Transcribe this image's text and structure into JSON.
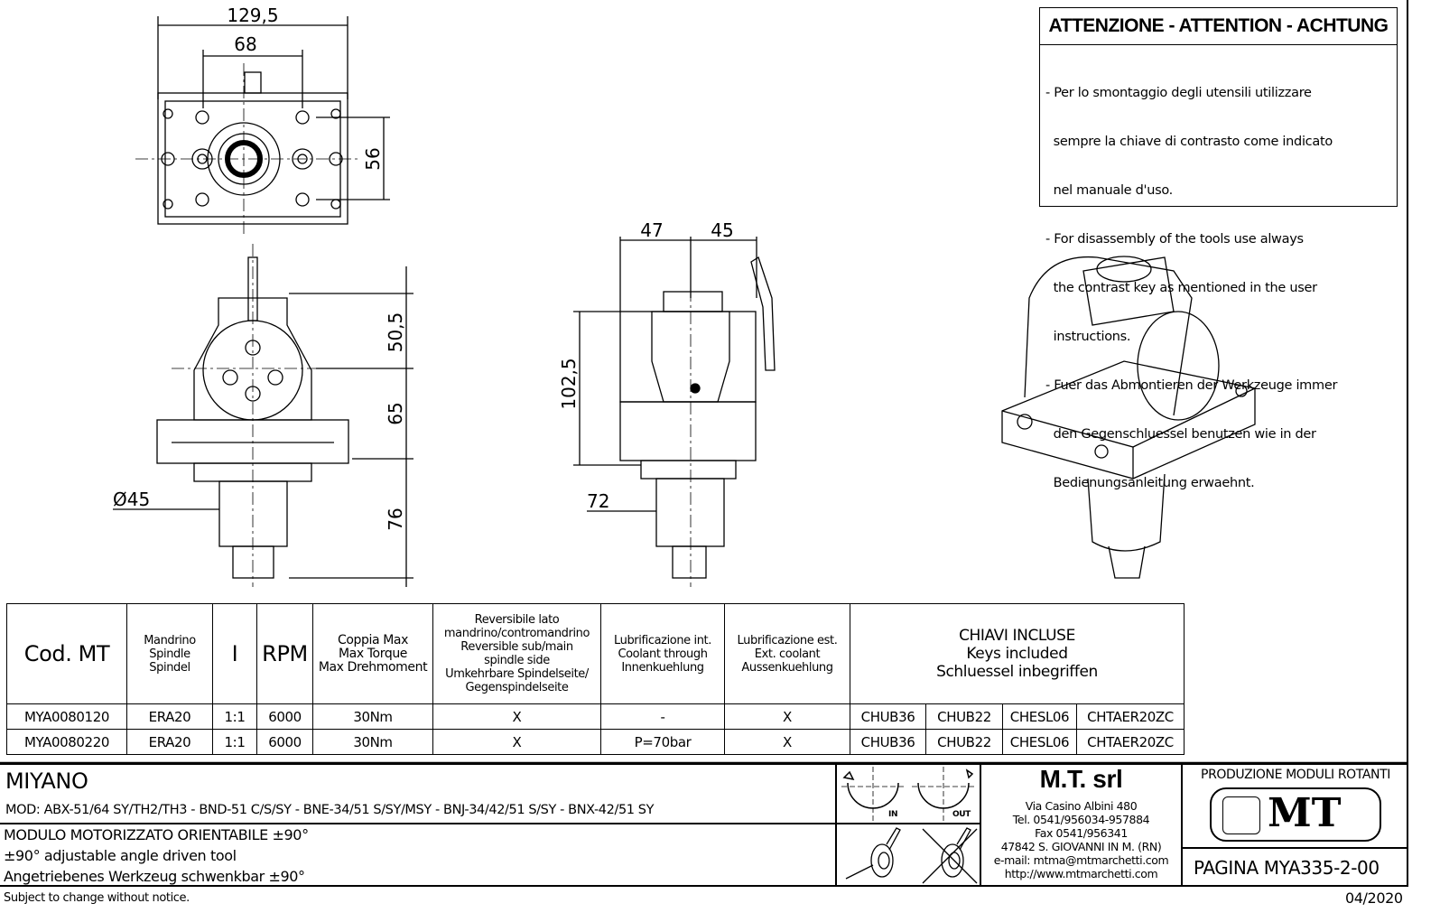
{
  "warning": {
    "title": "ATTENZIONE - ATTENTION - ACHTUNG",
    "lines": [
      "- Per lo smontaggio degli utensili utilizzare",
      "  sempre la chiave di contrasto come indicato",
      "  nel manuale d'uso.",
      "- For disassembly of the tools use always",
      "  the contrast key as mentioned in the user",
      "  instructions.",
      "- Fuer das Abmontieren der Werkzeuge immer",
      "  den Gegenschluessel benutzen wie in der",
      "  Bedienungsanleitung erwaehnt."
    ]
  },
  "dimensions": {
    "top_width": "129,5",
    "top_inner": "68",
    "top_height": "56",
    "front_upper": "50,5",
    "front_mid": "65",
    "front_lower": "76",
    "front_diameter": "Ø45",
    "side_left": "47",
    "side_right": "45",
    "side_height": "102,5",
    "side_offset": "72"
  },
  "table": {
    "headers": {
      "code": "Cod. MT",
      "spindle": [
        "Mandrino",
        "Spindle",
        "Spindel"
      ],
      "ratio": "I",
      "rpm": "RPM",
      "torque": [
        "Coppia Max",
        "Max Torque",
        "Max Drehmoment"
      ],
      "reversible": [
        "Reversibile lato",
        "mandrino/contromandrino",
        "Reversible sub/main",
        "spindle side",
        "Umkehrbare Spindelseite/",
        "Gegenspindelseite"
      ],
      "coolant_int": [
        "Lubrificazione int.",
        "Coolant through",
        "Innenkuehlung"
      ],
      "coolant_ext": [
        "Lubrificazione est.",
        "Ext. coolant",
        "Aussenkuehlung"
      ],
      "keys": [
        "CHIAVI INCLUSE",
        "Keys included",
        "Schluessel inbegriffen"
      ]
    },
    "rows": [
      {
        "code": "MYA0080120",
        "spindle": "ERA20",
        "ratio": "1:1",
        "rpm": "6000",
        "torque": "30Nm",
        "reversible": "X",
        "coolant_int": "-",
        "coolant_ext": "X",
        "keys": [
          "CHUB36",
          "CHUB22",
          "CHESL06",
          "CHTAER20ZC"
        ]
      },
      {
        "code": "MYA0080220",
        "spindle": "ERA20",
        "ratio": "1:1",
        "rpm": "6000",
        "torque": "30Nm",
        "reversible": "X",
        "coolant_int": "P=70bar",
        "coolant_ext": "X",
        "keys": [
          "CHUB36",
          "CHUB22",
          "CHESL06",
          "CHTAER20ZC"
        ]
      }
    ]
  },
  "title_block": {
    "machine": "MIYANO",
    "models": "MOD: ABX-51/64 SY/TH2/TH3 - BND-51 C/S/SY - BNE-34/51 S/SY/MSY - BNJ-34/42/51 S/SY - BNX-42/51 SY",
    "desc_it": "MODULO MOTORIZZATO ORIENTABILE ±90°",
    "desc_en": "±90° adjustable angle driven tool",
    "desc_de": "Angetriebenes Werkzeug schwenkbar ±90°",
    "rotation_in": "IN",
    "rotation_out": "OUT",
    "company": "M.T. srl",
    "address": [
      "Via Casino Albini 480",
      "Tel. 0541/956034-957884",
      "Fax 0541/956341",
      "47842 S. GIOVANNI IN M. (RN)",
      "e-mail: mtma@mtmarchetti.com",
      "http://www.mtmarchetti.com"
    ],
    "production": "PRODUZIONE MODULI ROTANTI",
    "logo_text": "MT",
    "page": "PAGINA MYA335-2-00"
  },
  "footer": {
    "notice": "Subject to change without notice.",
    "date": "04/2020"
  }
}
